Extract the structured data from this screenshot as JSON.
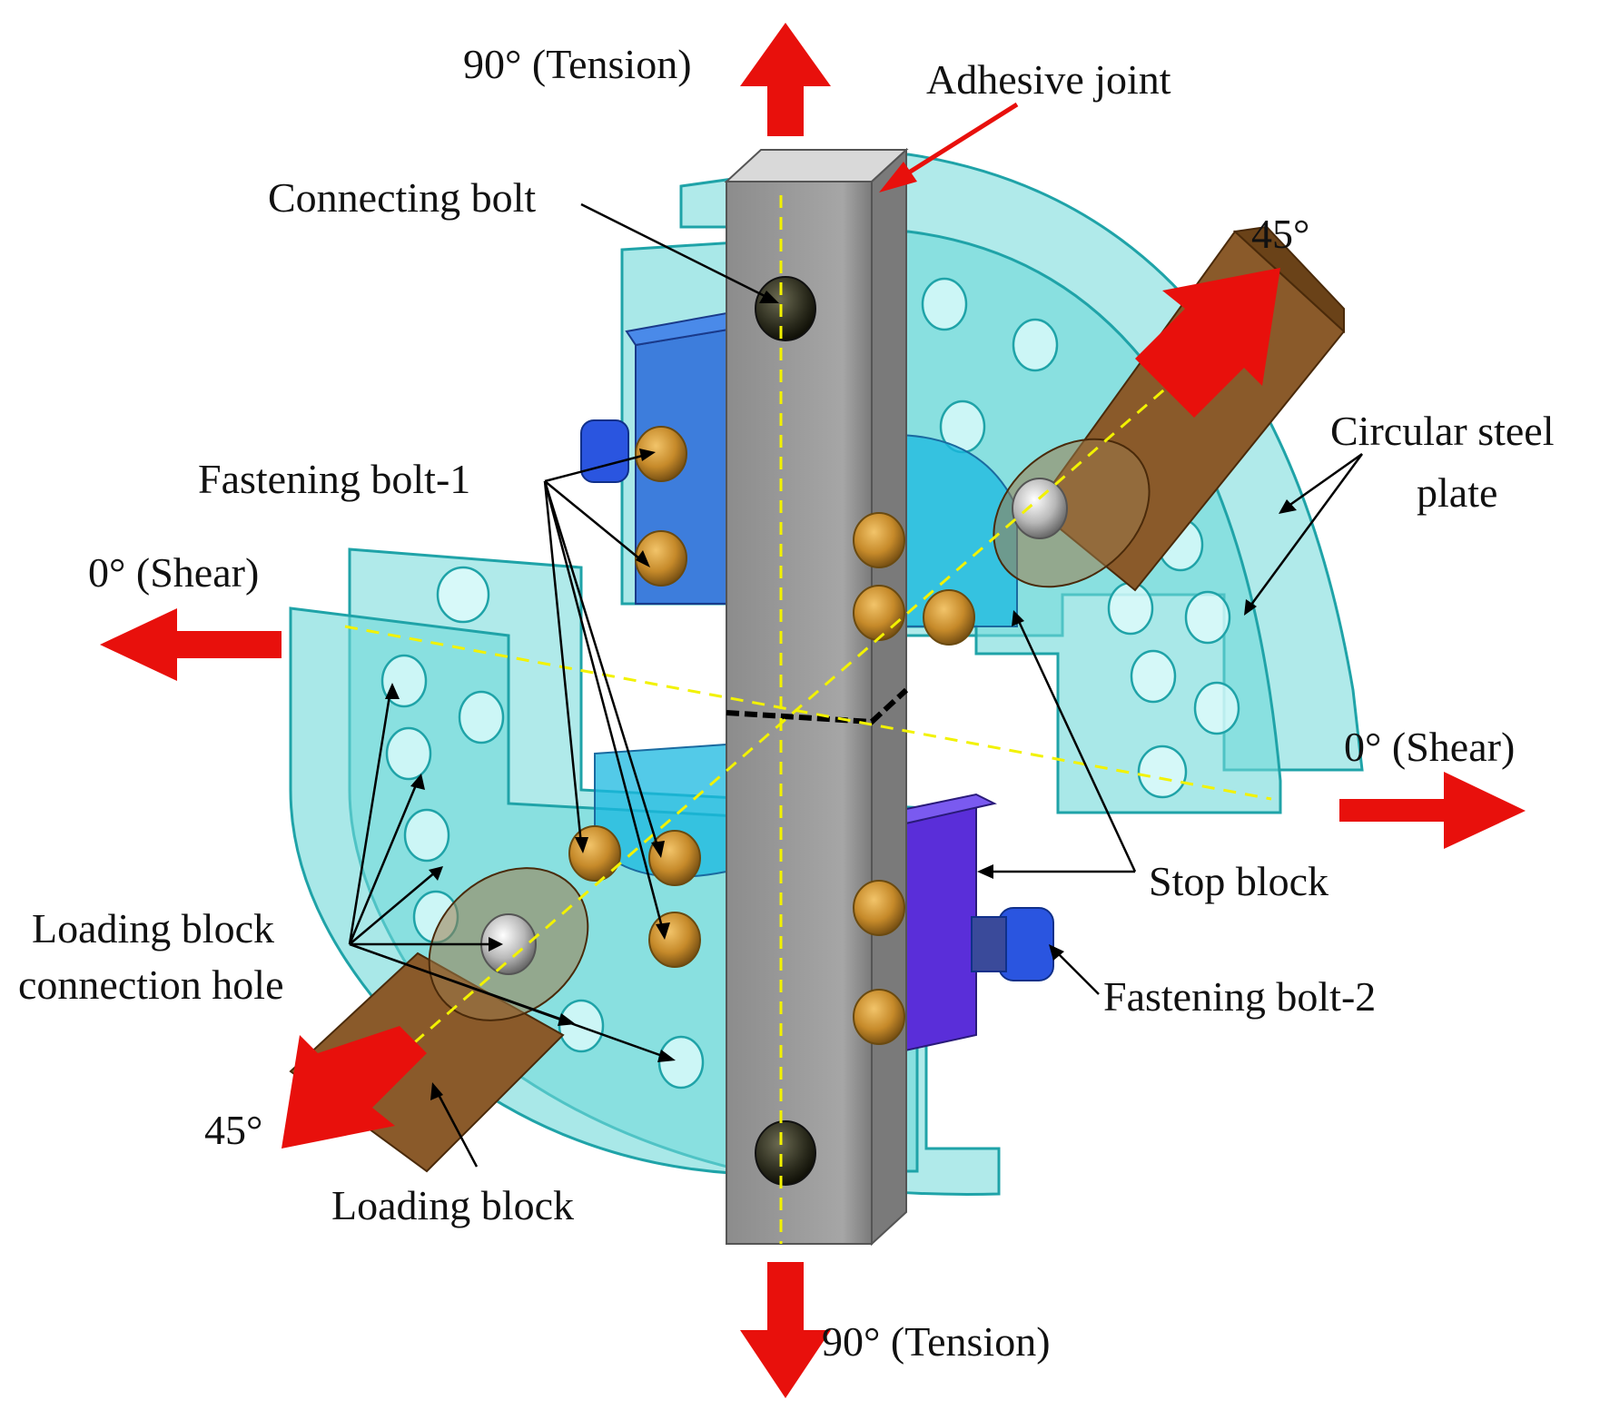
{
  "labels": {
    "tension_top": "90°  (Tension)",
    "tension_bottom": "90°  (Tension)",
    "adhesive_joint": "Adhesive joint",
    "connecting_bolt": "Connecting bolt",
    "angle_45_top": "45°",
    "angle_45_bottom": "45°",
    "circular_steel_plate_line1": "Circular steel",
    "circular_steel_plate_line2": "plate",
    "fastening_bolt_1": "Fastening bolt-1",
    "shear_left": "0°  (Shear)",
    "shear_right": "0°  (Shear)",
    "stop_block": "Stop block",
    "loading_block_connection_hole_line1": "Loading block",
    "loading_block_connection_hole_line2": "connection hole",
    "fastening_bolt_2": "Fastening bolt-2",
    "loading_block": "Loading block"
  },
  "colors": {
    "plate_fill": "#6fd9d9",
    "plate_stroke": "#1fa3a8",
    "specimen": "#9a9a9a",
    "specimen_top": "#d9d9d9",
    "load_arrow": "#e8100c",
    "leader_line": "#000000",
    "center_line": "#f2f200",
    "bolt": "#c68a2a",
    "connecting_bolt": "#2a2a1c",
    "stop_block_blue": "#2a6ad9",
    "stop_block_purple": "#5a2ed9",
    "loading_block_brown": "#8a5a2a",
    "fastening_bolt_2": "#2a55e0"
  }
}
